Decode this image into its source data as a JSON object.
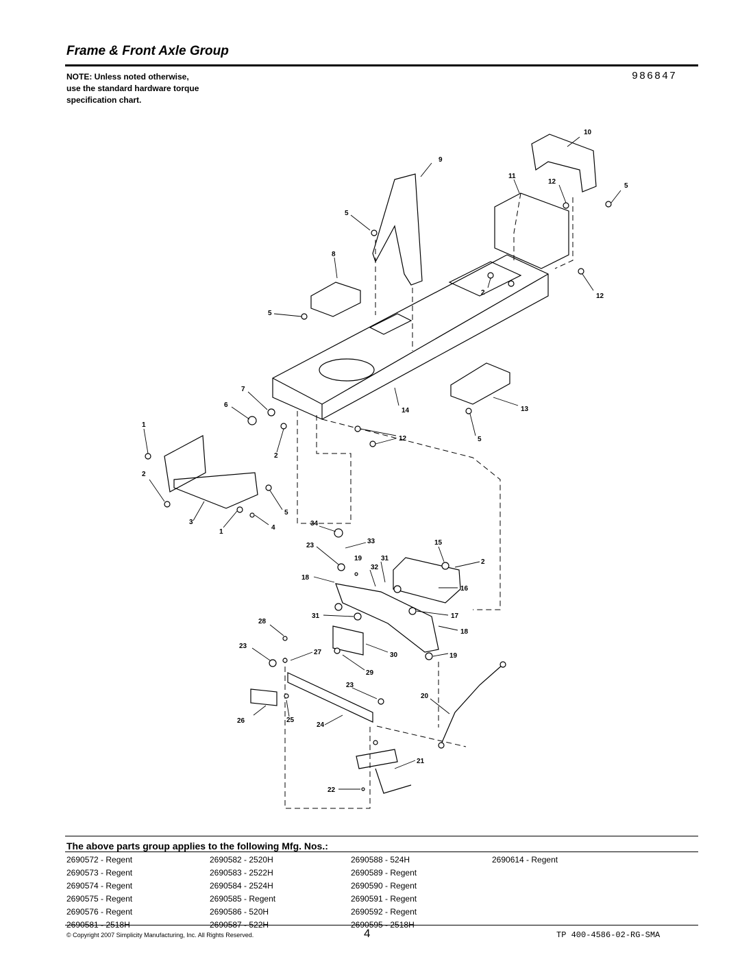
{
  "header": {
    "title": "Frame & Front Axle Group",
    "part_number": "986847",
    "note_lines": [
      "NOTE: Unless noted otherwise,",
      "use the standard hardware torque",
      "specification chart."
    ]
  },
  "diagram": {
    "callouts": [
      "10",
      "9",
      "11",
      "12",
      "5",
      "5",
      "8",
      "2",
      "12",
      "5",
      "7",
      "6",
      "14",
      "13",
      "1",
      "12",
      "5",
      "2",
      "2",
      "5",
      "3",
      "1",
      "4",
      "34",
      "33",
      "15",
      "23",
      "19",
      "31",
      "2",
      "32",
      "18",
      "16",
      "31",
      "17",
      "28",
      "18",
      "23",
      "27",
      "30",
      "19",
      "29",
      "23",
      "20",
      "26",
      "25",
      "24",
      "21",
      "22"
    ]
  },
  "mfg": {
    "heading": "The above parts group applies to the following Mfg. Nos.:",
    "columns": [
      [
        "2690572 - Regent",
        "2690573 - Regent",
        "2690574 - Regent",
        "2690575 - Regent",
        "2690576 - Regent",
        "2690581 - 2518H"
      ],
      [
        "2690582 - 2520H",
        "2690583 - 2522H",
        "2690584 - 2524H",
        "2690585 - Regent",
        "2690586 - 520H",
        "2690587 - 522H"
      ],
      [
        "2690588 - 524H",
        "2690589 - Regent",
        "2690590 - Regent",
        "2690591 - Regent",
        "2690592 - Regent",
        "2690595 - 2518H"
      ],
      [
        "2690614 - Regent"
      ]
    ]
  },
  "footer": {
    "copyright": "© Copyright 2007 Simplicity Manufacturing, Inc. All Rights Reserved.",
    "page": "4",
    "doc_code": "TP 400-4586-02-RG-SMA"
  }
}
